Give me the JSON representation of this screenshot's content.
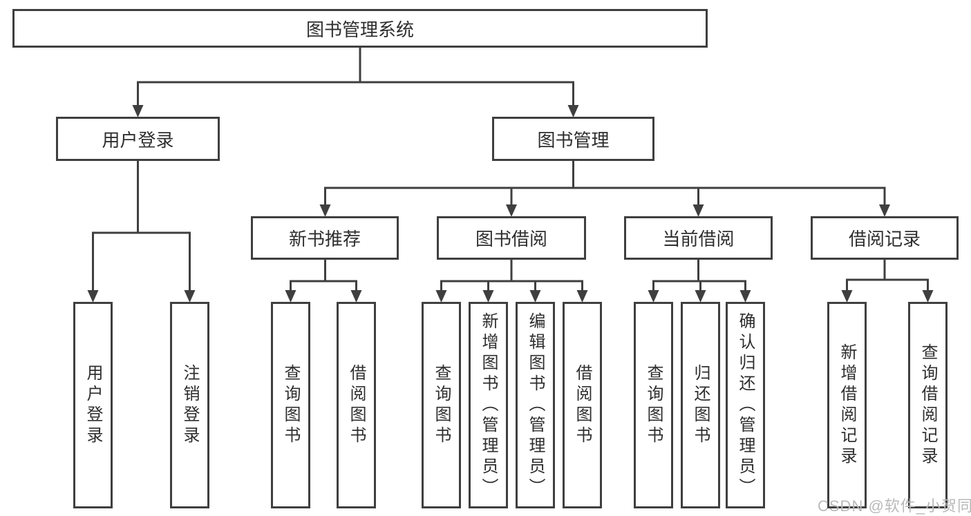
{
  "colors": {
    "line": "#3f3f3f",
    "text": "#2e2e2e",
    "watermark": "#b9b9b9",
    "background": "#ffffff"
  },
  "tree": {
    "root": "图书管理系统",
    "level2": [
      "用户登录",
      "图书管理"
    ],
    "level3": [
      "新书推荐",
      "图书借阅",
      "当前借阅",
      "借阅记录"
    ],
    "leaves_login": [
      "用户登录",
      "注销登录"
    ],
    "leaves_newbook": [
      "查询图书",
      "借阅图书"
    ],
    "leaves_borrow": [
      "查询图书",
      "新增图书（管理员）",
      "编辑图书（管理员）",
      "借阅图书"
    ],
    "leaves_current": [
      "查询图书",
      "归还图书",
      "确认归还（管理员）"
    ],
    "leaves_records": [
      "新增借阅记录",
      "查询借阅记录"
    ]
  },
  "watermark": "CSDN @软件_小贺同学"
}
